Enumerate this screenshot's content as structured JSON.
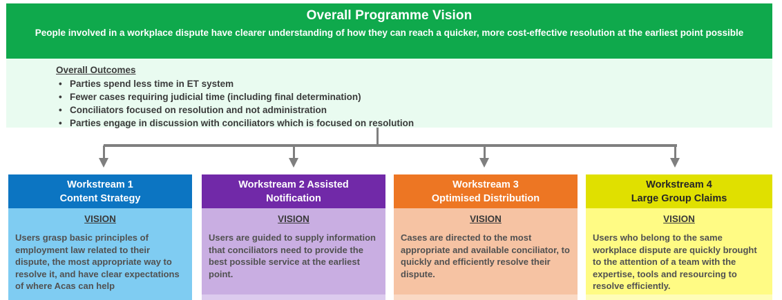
{
  "banner": {
    "title": "Overall Programme Vision",
    "text": "People involved in a workplace dispute have clearer understanding of how they can reach a quicker, more cost-effective resolution at the earliest point possible",
    "color": "#0FA94C"
  },
  "outcomes": {
    "heading": "Overall Outcomes",
    "bullet_glyph": "•",
    "items": [
      "Parties spend less time in ET system",
      "Fewer cases requiring judicial time (including final determination)",
      "Conciliators focused on resolution and not administration",
      "Parties engage in discussion with conciliators which is focused on resolution"
    ],
    "color": "#E9FBF0"
  },
  "connector": {
    "color": "#7F7F7F",
    "arrow_count": 4
  },
  "workstreams": [
    {
      "title_line1": "Workstream 1",
      "title_line2": "Content Strategy",
      "vision_label": "VISION",
      "vision_text": "Users grasp basic principles of employment law related to their dispute, the most appropriate way to resolve it, and have clear expectations of where Acas can help",
      "header_color": "#0C75C2",
      "body_color": "#7FCCF2"
    },
    {
      "title_line1": "Workstream 2 Assisted",
      "title_line2": "Notification",
      "vision_label": "VISION",
      "vision_text": "Users are guided to supply information that conciliators need to provide the best possible service at the earliest point.",
      "header_color": "#7129A8",
      "body_color": "#C9AEE2"
    },
    {
      "title_line1": "Workstream 3",
      "title_line2": "Optimised Distribution",
      "vision_label": "VISION",
      "vision_text": "Cases are directed to the most appropriate and available conciliator, to quickly and efficiently resolve their dispute.",
      "header_color": "#ED7623",
      "body_color": "#F6C3A3"
    },
    {
      "title_line1": "Workstream 4",
      "title_line2": "Large Group Claims",
      "vision_label": "VISION",
      "vision_text": "Users who belong to the same workplace dispute are quickly brought to the attention of a team with the expertise, tools and resourcing to resolve efficiently.",
      "header_color": "#E0E000",
      "body_color": "#FFFB84"
    }
  ]
}
